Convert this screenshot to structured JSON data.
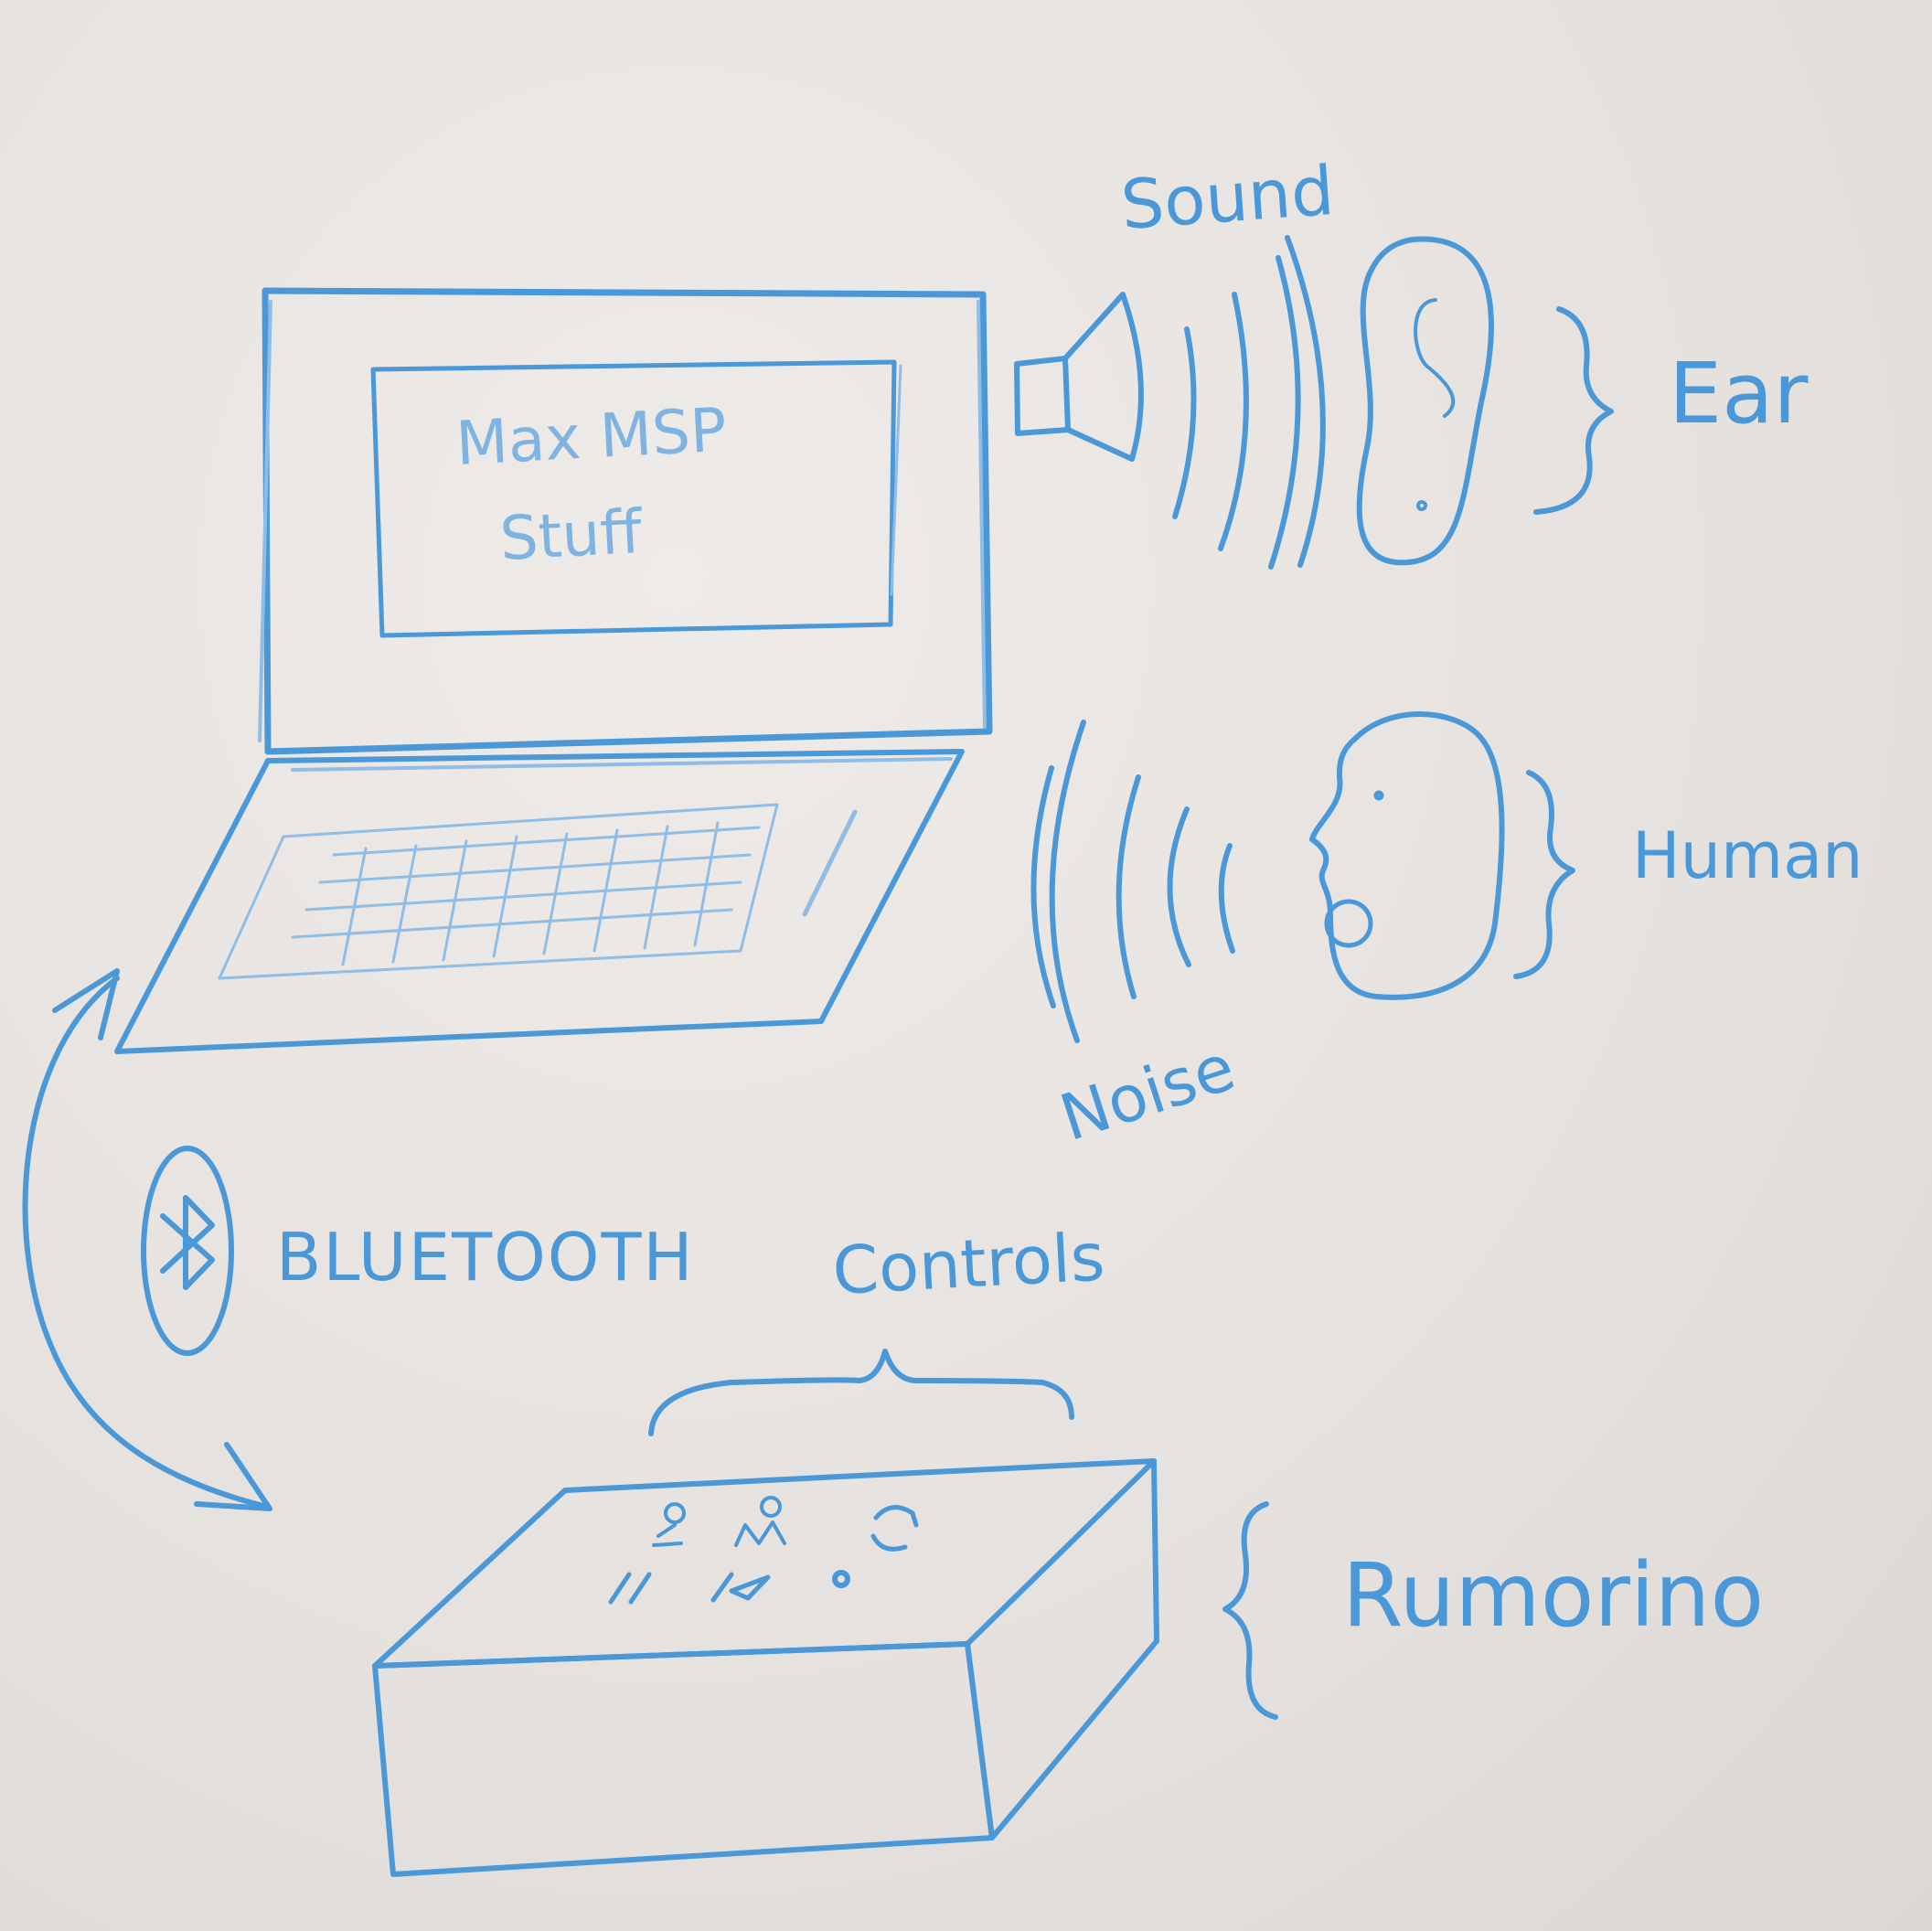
{
  "diagram": {
    "screen_line1": "Max MSP",
    "screen_line2": "Stuff",
    "sound_label": "Sound",
    "ear_label": "Ear",
    "human_label": "Human",
    "noise_label": "Noise",
    "bluetooth_label": "BLUETOOTH",
    "controls_label": "Controls",
    "device_label": "Rumorino",
    "ink_color": "#4a98d8",
    "paper_color": "#e6e2df",
    "icons": [
      "laptop-icon",
      "speaker-icon",
      "ear-icon",
      "human-head-icon",
      "bluetooth-icon",
      "box-device-icon"
    ]
  }
}
